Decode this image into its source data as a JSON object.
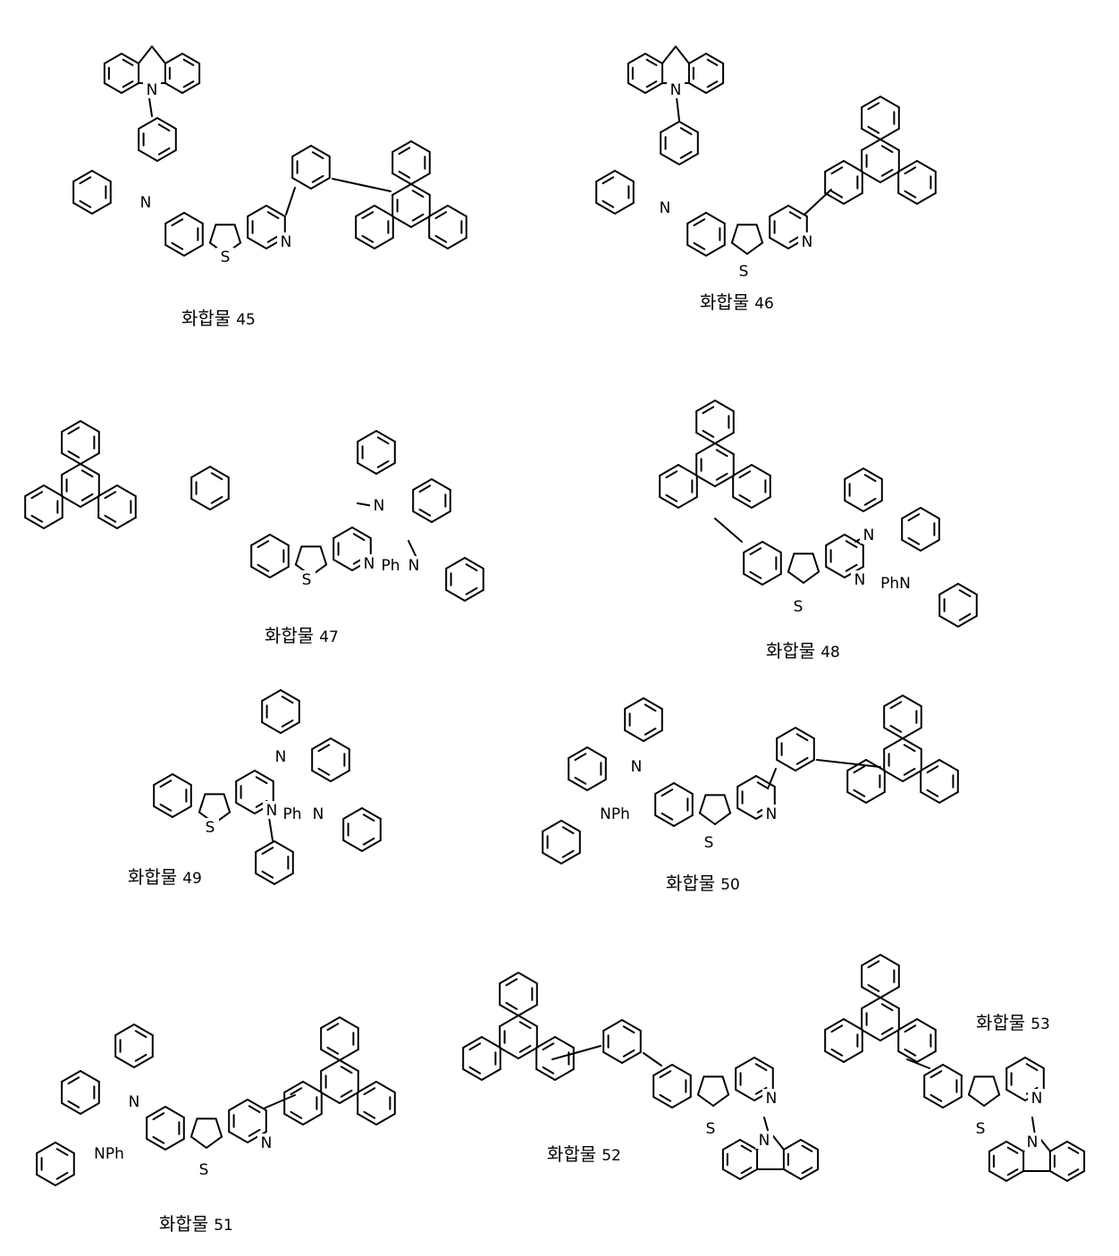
{
  "compounds": [
    {
      "name": "화합물",
      "number": "45"
    },
    {
      "name": "화합물",
      "number": "46"
    },
    {
      "name": "화합물",
      "number": "47"
    },
    {
      "name": "화합물",
      "number": "48"
    },
    {
      "name": "화합물",
      "number": "49"
    },
    {
      "name": "화합물",
      "number": "50"
    },
    {
      "name": "화합물",
      "number": "51"
    },
    {
      "name": "화합물",
      "number": "52"
    },
    {
      "name": "화합물",
      "number": "53"
    }
  ],
  "atoms": {
    "n": "N",
    "s": "S",
    "ph": "Ph",
    "nph": "NPh",
    "phn": "PhN"
  },
  "colors": {
    "ink": "#000000",
    "background": "#ffffff"
  }
}
